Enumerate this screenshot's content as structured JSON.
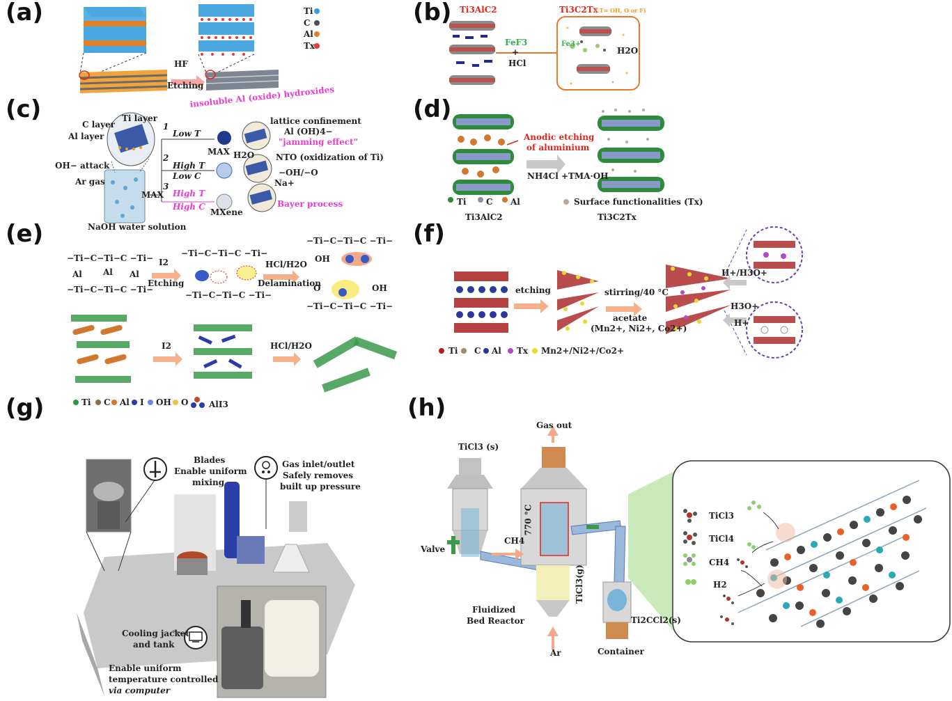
{
  "panels": {
    "a": {
      "label": "(a)",
      "arrow_top": "HF",
      "arrow_bottom": "Etching",
      "legend": [
        "Ti",
        "C",
        "Al",
        "Tx"
      ],
      "legend_colors": [
        "#3a9ad9",
        "#4a4f5a",
        "#e2802a",
        "#e23b3b"
      ]
    },
    "b": {
      "label": "(b)",
      "left_title": "Ti3AlC2",
      "right_title": "Ti3C2Tx",
      "right_note": "( T= OH, O or F)",
      "reagent1": "FeF3",
      "reagent_plus": "+",
      "reagent2": "HCl",
      "ion": "Fe3+",
      "water": "H2O"
    },
    "c": {
      "label": "(c)",
      "title_top": "insoluble Al (oxide) hydroxides",
      "lattice": "lattice confinement",
      "aloh": "Al (OH)4−",
      "jamming": "\"jamming effect\"",
      "c_layer": "C layer",
      "ti_layer": "Ti layer",
      "al_layer": "Al  layer",
      "oh_attack": "OH− attack",
      "ar_gas": "Ar  gas",
      "max_side": "MAX",
      "solution": "NaOH water solution",
      "route1_num": "1",
      "route1": "Low T",
      "route2_num": "2",
      "route2a": "High T",
      "route2b": "Low C",
      "route3_num": "3",
      "route3a": "High T",
      "route3b": "High C",
      "max_label": "MAX",
      "h2o": "H2O",
      "nto": "NTO (oxidization of  Ti)",
      "ohO": "−OH/−O",
      "na": "Na+",
      "mxene": "MXene",
      "bayer": "Bayer process"
    },
    "d": {
      "label": "(d)",
      "anodic": "Anodic etching",
      "anodic2": "of aluminium",
      "reagent": "NH4Cl +TMA·OH",
      "legend": [
        "Ti",
        "C",
        "Al"
      ],
      "legend_colors": [
        "#2e8b3e",
        "#8a8fa8",
        "#d2782e"
      ],
      "surface": "Surface functionalities (Tx)",
      "left_name": "Ti3AlC2",
      "right_name": "Ti3C2Tx"
    },
    "e": {
      "label": "(e)",
      "i2": "I2",
      "etching": "Etching",
      "hcl": "HCl/H2O",
      "delam": "Delamination",
      "i2_low": "I2",
      "hcl_low": "HCl/H2O",
      "legend": [
        "Ti",
        "C",
        "Al",
        "I",
        "OH",
        "O",
        "AlI3"
      ],
      "legend_colors": [
        "#2a9a4a",
        "#8a6a4a",
        "#d2782e",
        "#2a3aa8",
        "#6a8ad8",
        "#e8c44a",
        "#c04a2a"
      ]
    },
    "f": {
      "label": "(f)",
      "etching": "etching",
      "stirring": "stirring/40 °C",
      "acetate": "acetate",
      "ions": "(Mn2+, Ni2+, Co2+)",
      "h_top": "H+/H3O+",
      "h3o": "H3O+",
      "hplus": "H+",
      "legend": [
        "Ti",
        "C",
        "Al",
        "Tx",
        "Mn2+/Ni2+/Co2+"
      ],
      "legend_colors": [
        "#a82020",
        "#9a8a70",
        "#2a3a9a",
        "#b04ac8",
        "#e8d830"
      ]
    },
    "g": {
      "label": "(g)",
      "blades": "Blades",
      "blades_sub1": "Enable  uniform",
      "blades_sub2": "mixing",
      "gas1": "Gas inlet/outlet",
      "gas2": "Safely removes",
      "gas3": "built up pressure",
      "cool1": "Cooling jacket",
      "cool2": "and tank",
      "temp1": "Enable uniform",
      "temp2": "temperature controlled",
      "temp3": "via computer"
    },
    "h": {
      "label": "(h)",
      "gas_out": "Gas out",
      "ticl3s": "TiCl3 (s)",
      "valve": "Valve",
      "ch4": "CH4",
      "temp": "770 °C",
      "ticl3g": "TiCl3(g)",
      "reactor1": "Fluidized",
      "reactor2": "Bed Reactor",
      "ar": "Ar",
      "container": "Container",
      "product": "Ti2CCl2(s)",
      "species": [
        "TiCl3",
        "TiCl4",
        "CH4",
        "H2"
      ]
    }
  }
}
